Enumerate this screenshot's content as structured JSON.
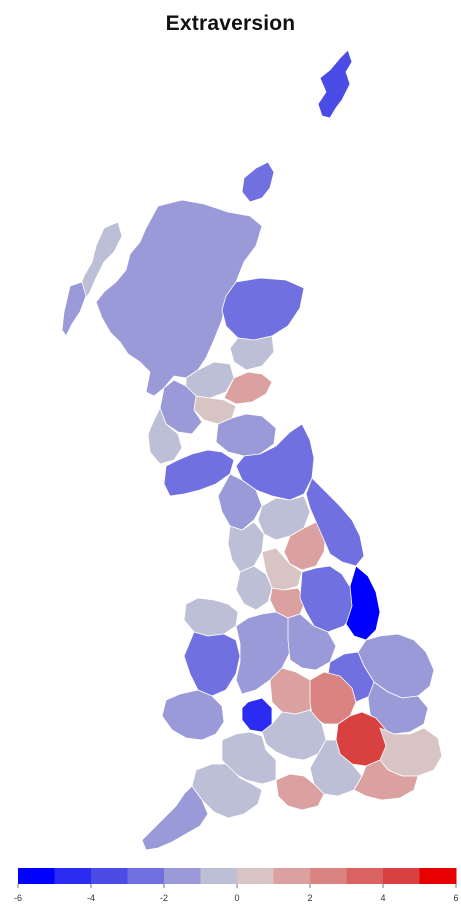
{
  "title": "Extraversion",
  "legend": {
    "min": -6,
    "max": 6,
    "bins": 12,
    "colors": [
      "#0000ff",
      "#2b2bf2",
      "#4b4be6",
      "#7070e0",
      "#9a9ad8",
      "#bcbfd6",
      "#d8c4c4",
      "#dba0a0",
      "#d98383",
      "#d96262",
      "#d94040",
      "#e60000"
    ],
    "ticks": [
      {
        "value": -6,
        "label": "-6"
      },
      {
        "value": -4,
        "label": "-4"
      },
      {
        "value": -2,
        "label": "-2"
      },
      {
        "value": 0,
        "label": "0"
      },
      {
        "value": 2,
        "label": "2"
      },
      {
        "value": 4,
        "label": "4"
      },
      {
        "value": 6,
        "label": "6"
      }
    ]
  },
  "regions": [
    {
      "id": "shetland",
      "value": -3.5
    },
    {
      "id": "orkney",
      "value": -2.8
    },
    {
      "id": "highlands",
      "value": -1.2
    },
    {
      "id": "western-isles",
      "value": -1.0
    },
    {
      "id": "skye",
      "value": -1.1
    },
    {
      "id": "aberdeenshire",
      "value": -2.6
    },
    {
      "id": "tayside",
      "value": -0.3
    },
    {
      "id": "perth",
      "value": -0.6
    },
    {
      "id": "fife",
      "value": 1.6
    },
    {
      "id": "forth-valley",
      "value": 0.4
    },
    {
      "id": "glasgow",
      "value": -1.4
    },
    {
      "id": "ayrshire",
      "value": -0.8
    },
    {
      "id": "borders",
      "value": -1.3
    },
    {
      "id": "dumfries",
      "value": -2.5
    },
    {
      "id": "northumberland-cumbria",
      "value": -2.4
    },
    {
      "id": "cumbria",
      "value": -1.8
    },
    {
      "id": "lancashire",
      "value": -1.0
    },
    {
      "id": "yorkshire-dales",
      "value": -0.2
    },
    {
      "id": "north-yorkshire-central",
      "value": 1.4
    },
    {
      "id": "east-yorkshire",
      "value": -2.2
    },
    {
      "id": "south-yorkshire",
      "value": 0.2
    },
    {
      "id": "cheshire-merseyside",
      "value": -1.0
    },
    {
      "id": "derbyshire",
      "value": 1.8
    },
    {
      "id": "lincolnshire",
      "value": -3.0
    },
    {
      "id": "lincolnshire-coast",
      "value": -5.2
    },
    {
      "id": "east-midlands",
      "value": -1.6
    },
    {
      "id": "north-wales",
      "value": -1.0
    },
    {
      "id": "mid-wales",
      "value": -3.0
    },
    {
      "id": "south-wales",
      "value": -1.9
    },
    {
      "id": "monmouth",
      "value": -4.6
    },
    {
      "id": "west-midlands",
      "value": -1.8
    },
    {
      "id": "norfolk",
      "value": -1.1
    },
    {
      "id": "suffolk",
      "value": -1.5
    },
    {
      "id": "cambridgeshire",
      "value": -2.4
    },
    {
      "id": "oxfordshire",
      "value": 1.0
    },
    {
      "id": "london",
      "value": 4.2
    },
    {
      "id": "home-counties",
      "value": 2.5
    },
    {
      "id": "kent",
      "value": 0.8
    },
    {
      "id": "hampshire",
      "value": -0.3
    },
    {
      "id": "dorset",
      "value": 1.9
    },
    {
      "id": "sussex",
      "value": 1.0
    },
    {
      "id": "wiltshire",
      "value": -0.6
    },
    {
      "id": "somerset",
      "value": -0.5
    },
    {
      "id": "devon",
      "value": -0.9
    },
    {
      "id": "cornwall",
      "value": -1.1
    }
  ]
}
